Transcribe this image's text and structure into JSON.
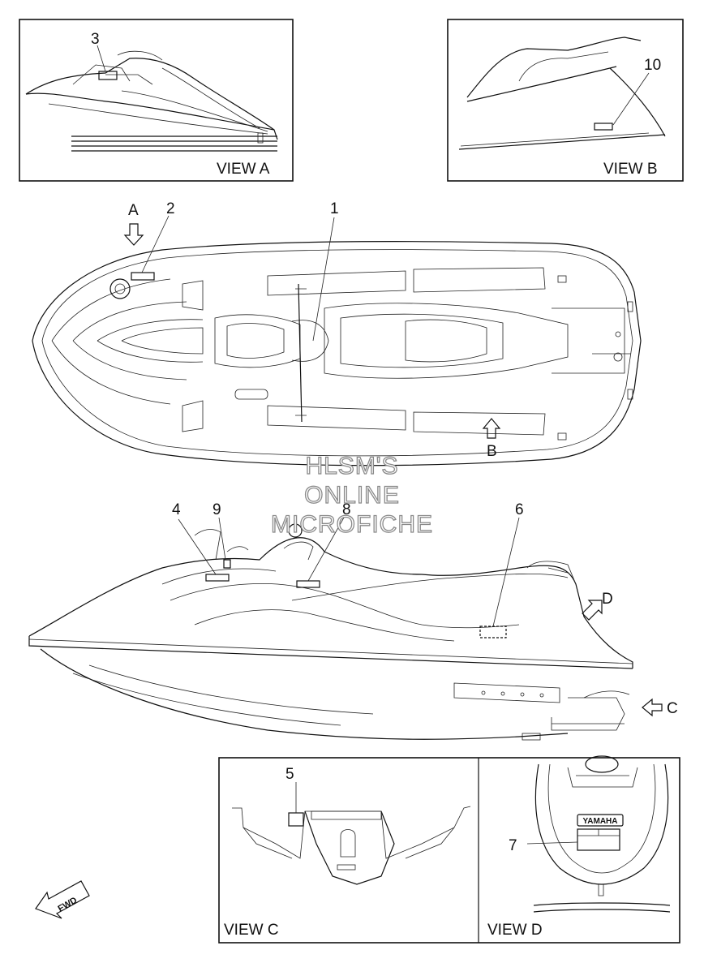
{
  "views": {
    "a": "VIEW A",
    "b": "VIEW B",
    "c": "VIEW C",
    "d": "VIEW D"
  },
  "callouts": [
    "1",
    "2",
    "3",
    "4",
    "5",
    "6",
    "7",
    "8",
    "9",
    "10"
  ],
  "arrows": {
    "a": "A",
    "b": "B",
    "c": "C",
    "d": "D"
  },
  "watermark": {
    "line1": "HLSM'S",
    "line2": "ONLINE",
    "line3": "MICROFICHE"
  },
  "fwd": "FWD",
  "brand": "YAMAHA"
}
